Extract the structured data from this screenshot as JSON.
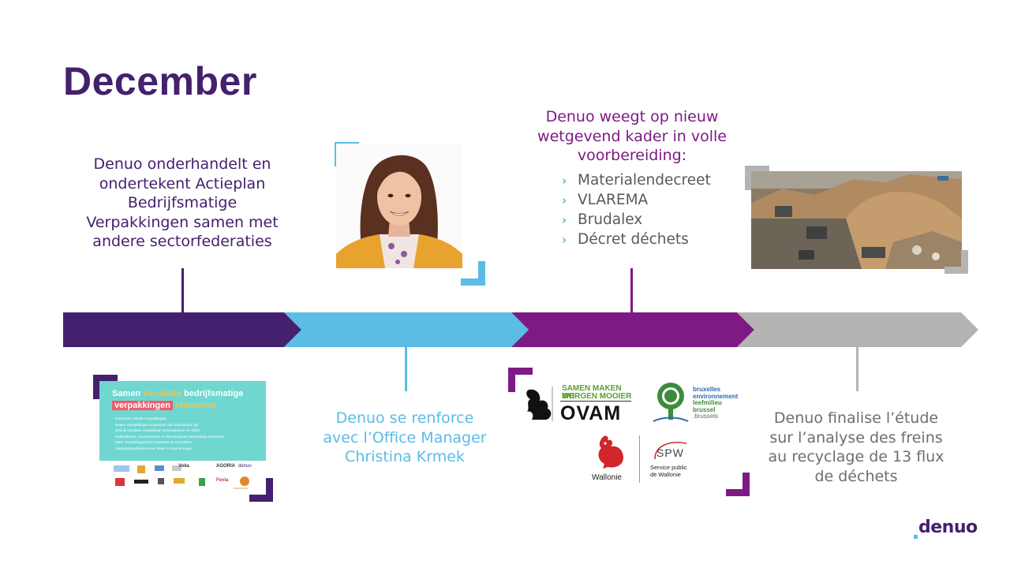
{
  "title": "December",
  "events": {
    "e1": "Denuo onderhandelt en ondertekent Actieplan Bedrijfsmatige Verpakkingen samen met andere sectorfederaties",
    "e2": "Denuo se renforce avec l’Office Manager Christina Krmek",
    "e3": {
      "heading": "Denuo weegt op nieuw wetgevend kader in volle voorbereiding:",
      "items": [
        "Materialendecreet",
        "VLAREMA",
        "Brudalex",
        "Décret déchets"
      ]
    },
    "e4": "Denuo finalise l’étude sur l’analyse des freins au recyclage de 13 flux de déchets"
  },
  "poster": {
    "line1_a": "Samen",
    "line1_b": "circulaire",
    "line1_c": "bedrijfsmatige",
    "line2_a": "verpakkingen",
    "line2_b": "realiseren",
    "bullets": [
      "Preventie! minder verpakkingen",
      "Betere verpakkingen ontwerpen die recyclebaar zijn",
      "Kennis circulaire verpakking communiceren en delen",
      "Herbruikbare, recycleerbare en hernieuwbare verpakking stimuleren",
      "Meer verpakkingsafval inzamelen en recycleren",
      "Verpakkingsafvalstromen beter in kaart brengen"
    ],
    "logos_row1": [
      "denuo",
      "AGORIA",
      "Voka"
    ],
    "logos_row2": [
      "Fevia",
      "essenscia"
    ]
  },
  "logos": {
    "ovam_top": "SAMEN MAKEN WE",
    "ovam_mid": "MORGEN MOOIER",
    "ovam_big": "OVAM",
    "be_1": "bruxelles",
    "be_2": "environnement",
    "be_3": "leefmilieu",
    "be_4": "brussel",
    "be_5": ".brussels",
    "wallonie": "Wallonie",
    "spw": "SPW",
    "spw_1": "Service public",
    "spw_2": "de Wallonie"
  },
  "brand": "denuo",
  "colors": {
    "purple": "#44206e",
    "cyan": "#5bbce6",
    "magenta": "#7d1a86",
    "grey": "#b4b4b4"
  }
}
